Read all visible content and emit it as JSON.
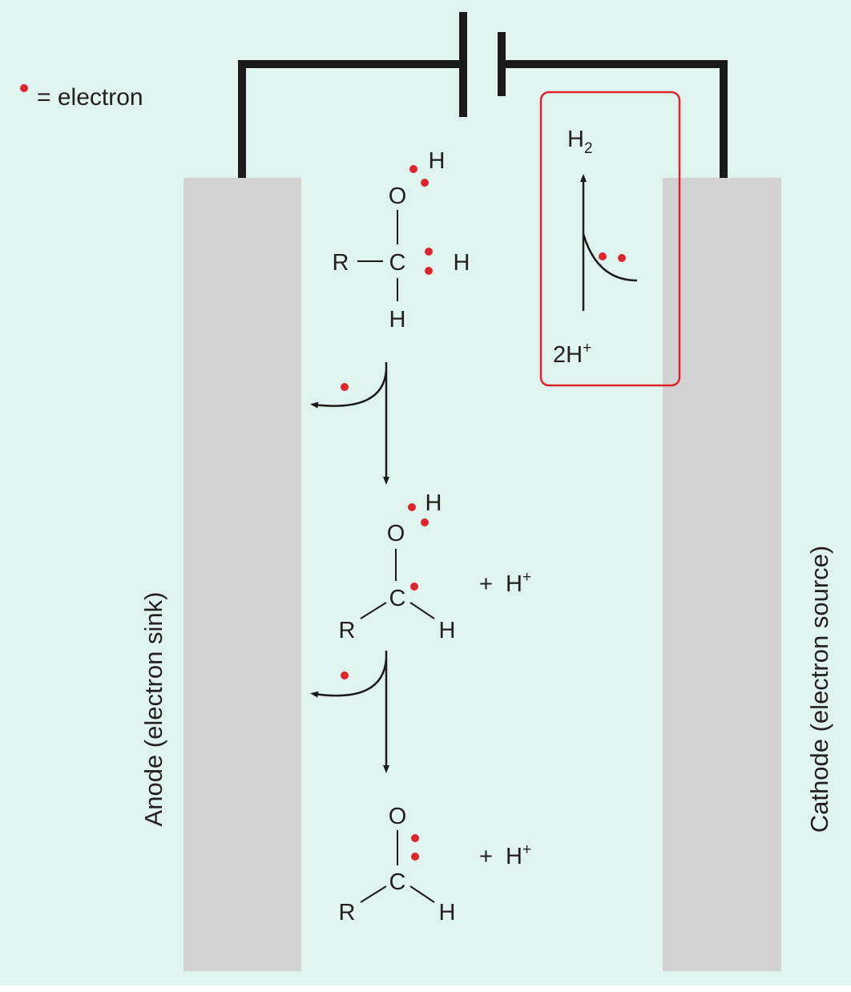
{
  "colors": {
    "background": "#dff3ef",
    "electrode": "#d2d2d2",
    "wire": "#1a1a1a",
    "electron": "#e0242c",
    "highlight_box": "#e0242c",
    "text": "#231f20"
  },
  "legend": {
    "symbol": "electron-dot",
    "label": "= electron"
  },
  "electrodes": {
    "anode_label": "Anode (electron sink)",
    "cathode_label": "Cathode (electron source)"
  },
  "cathode_reaction": {
    "product": "H",
    "product_subscript": "2",
    "reactant_coef": "2H",
    "reactant_charge": "+"
  },
  "molecule1": {
    "atoms": {
      "O": "O",
      "H_hydroxyl": "H",
      "R": "R",
      "C": "C",
      "H_right": "H",
      "H_bottom": "H"
    }
  },
  "molecule2": {
    "atoms": {
      "O": "O",
      "H_hydroxyl": "H",
      "C": "C",
      "R": "R",
      "H": "H"
    },
    "byproduct": "+  H",
    "byproduct_charge": "+"
  },
  "molecule3": {
    "atoms": {
      "O": "O",
      "C": "C",
      "R": "R",
      "H": "H"
    },
    "byproduct": "+  H",
    "byproduct_charge": "+"
  }
}
